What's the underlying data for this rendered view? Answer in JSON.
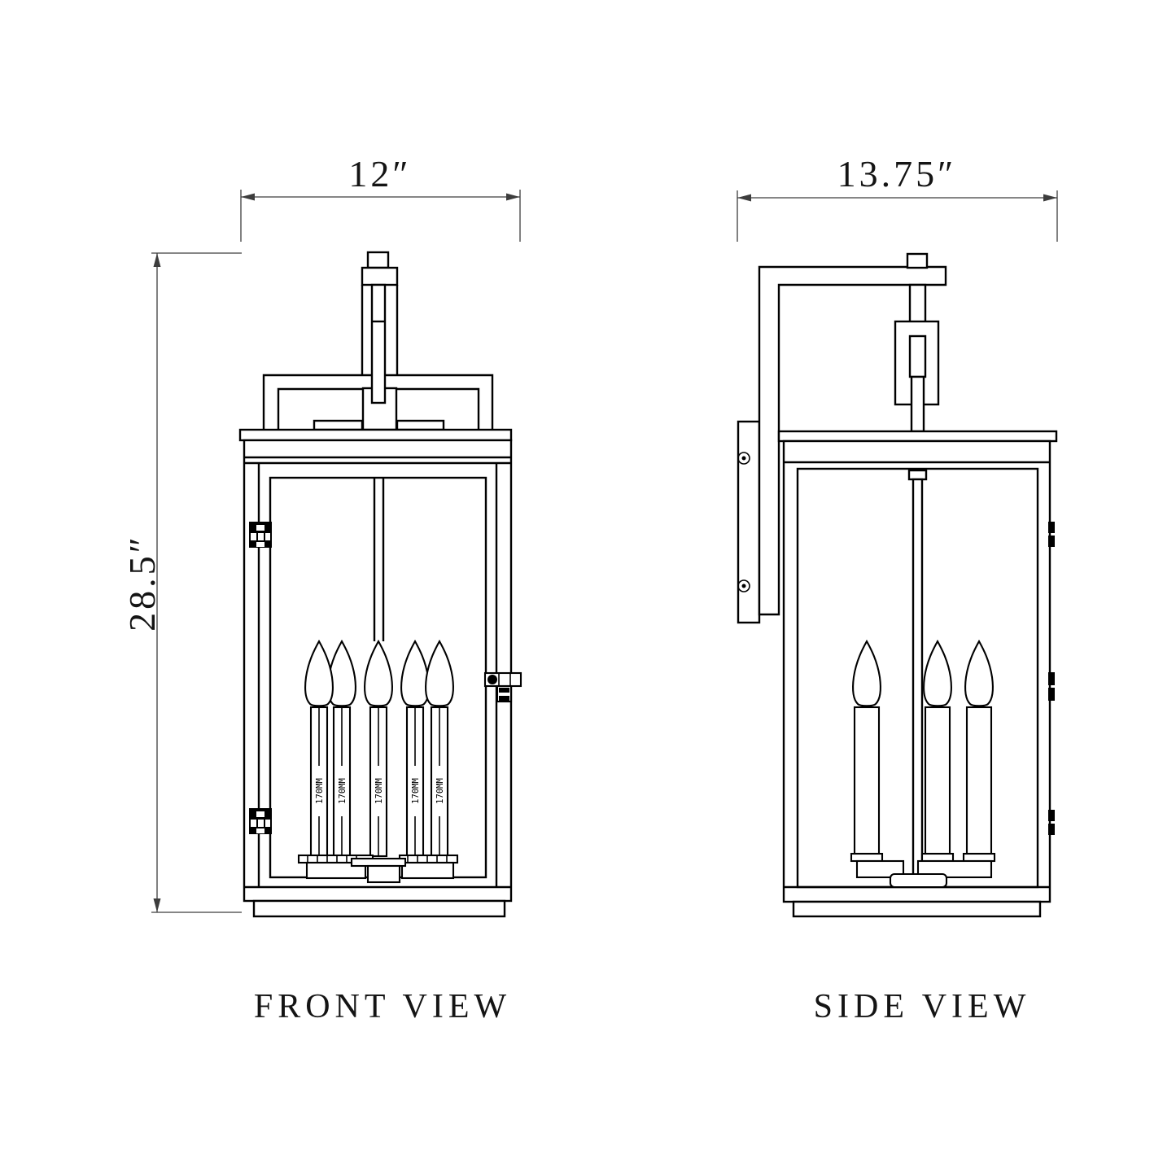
{
  "views": {
    "front": {
      "label": "FRONT VIEW",
      "width_dim": "12″",
      "height_dim": "28.5″"
    },
    "side": {
      "label": "SIDE VIEW",
      "width_dim": "13.75″"
    }
  },
  "candle_label": "170MM",
  "colors": {
    "line": "#000000",
    "dimension": "#3d3d3d",
    "background": "#ffffff"
  }
}
